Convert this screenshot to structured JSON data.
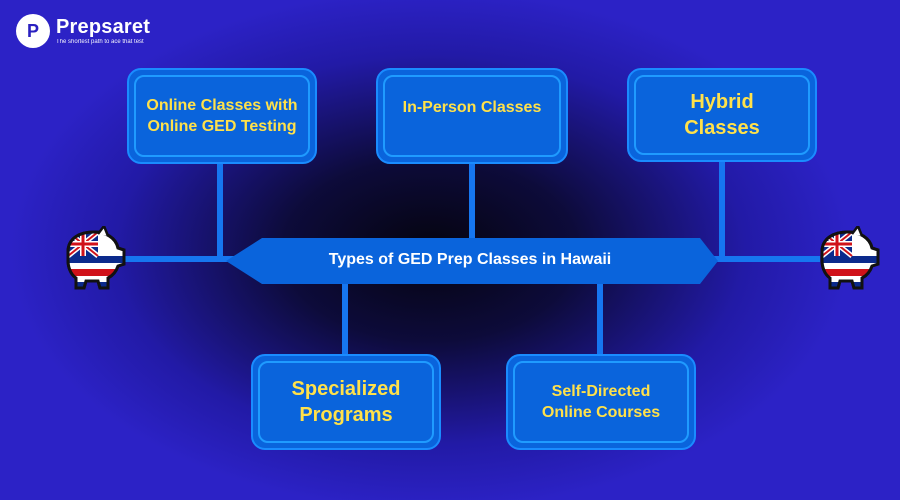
{
  "brand": {
    "name": "Prepsaret",
    "tagline": "The shortest path to ace that test",
    "mark": "P"
  },
  "diagram": {
    "center_label": "Types of GED Prep Classes in Hawaii",
    "nodes": [
      {
        "label": "Online Classes with Online GED Testing"
      },
      {
        "label": "In-Person Classes"
      },
      {
        "label": "Hybrid Classes"
      },
      {
        "label": "Specialized Programs"
      },
      {
        "label": "Self-Directed Online Courses"
      }
    ]
  },
  "colors": {
    "background": "#2c22c6",
    "box_fill": "#0a64dc",
    "box_border": "#1a8cff",
    "connector": "#1676f0",
    "label_text": "#ffe14a"
  },
  "icons": [
    "hawaii-flag-piggy-bank-icon"
  ]
}
